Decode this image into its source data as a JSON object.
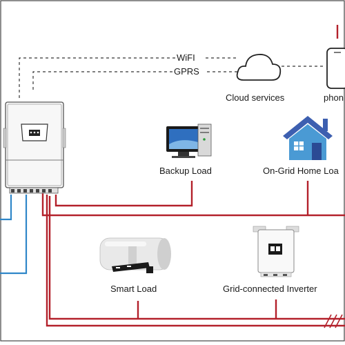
{
  "labels": {
    "wifi": "WiFI",
    "gprs": "GPRS",
    "cloud": "Cloud services",
    "phone": "phon",
    "backup_load": "Backup Load",
    "on_grid_home": "On-Grid Home Loa",
    "smart_load": "Smart Load",
    "grid_inverter": "Grid-connected Inverter"
  },
  "colors": {
    "ac_line": "#b3202a",
    "dc_line": "#2e86c8",
    "comm_line": "#333333",
    "house_roof": "#3d5fb0",
    "house_body": "#4a9ad4"
  },
  "icons": [
    "hybrid-inverter-icon",
    "cloud-icon",
    "smartphone-icon",
    "desktop-computer-icon",
    "house-icon",
    "water-heater-icon",
    "grid-inverter-icon"
  ]
}
